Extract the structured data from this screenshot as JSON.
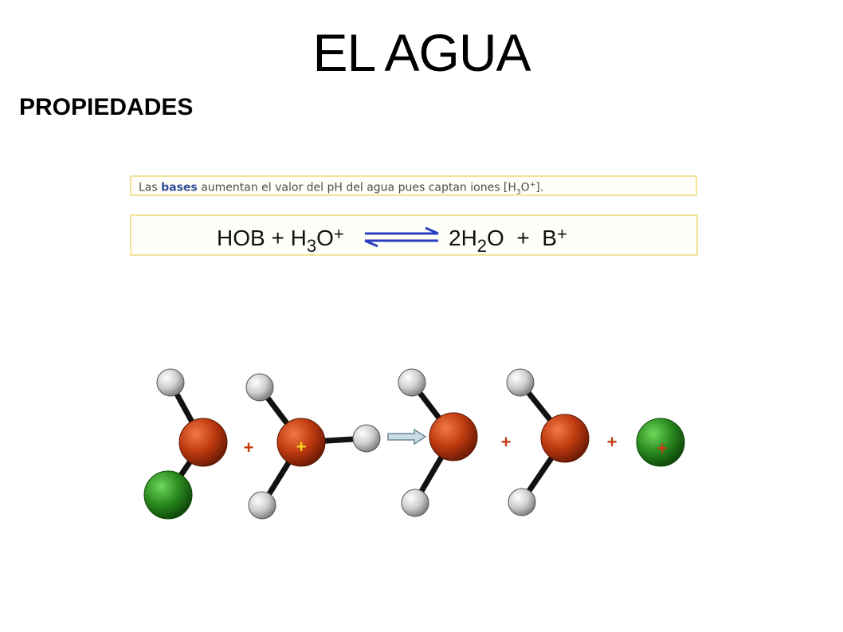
{
  "title": "EL AGUA",
  "subtitle": "PROPIEDADES",
  "note": {
    "prefix": "Las ",
    "bold": "bases",
    "suffix": " aumentan el valor del pH del agua pues captan iones [H",
    "sub": "3",
    "after_sub": "O",
    "sup": "+",
    "end": "]."
  },
  "equation": {
    "left_1": "HOB + H",
    "left_sub": "3",
    "left_2": "O",
    "left_sup": "+",
    "right_1": "2H",
    "right_sub": "2",
    "right_2": "O  +  B",
    "right_sup": "+"
  },
  "charges": {
    "hydronium_plus": "+",
    "between_plus": "+",
    "product_plus_1": "+",
    "product_plus_2": "+",
    "b_ion_plus": "+"
  },
  "colors": {
    "oxygen": "#c03a10",
    "hydrogen": "#c8c8c8",
    "base_atom": "#2a8a1f",
    "arrow": "#2a3fc0",
    "box_border": "#f2e39a",
    "plus_sign": "#c43c14"
  }
}
